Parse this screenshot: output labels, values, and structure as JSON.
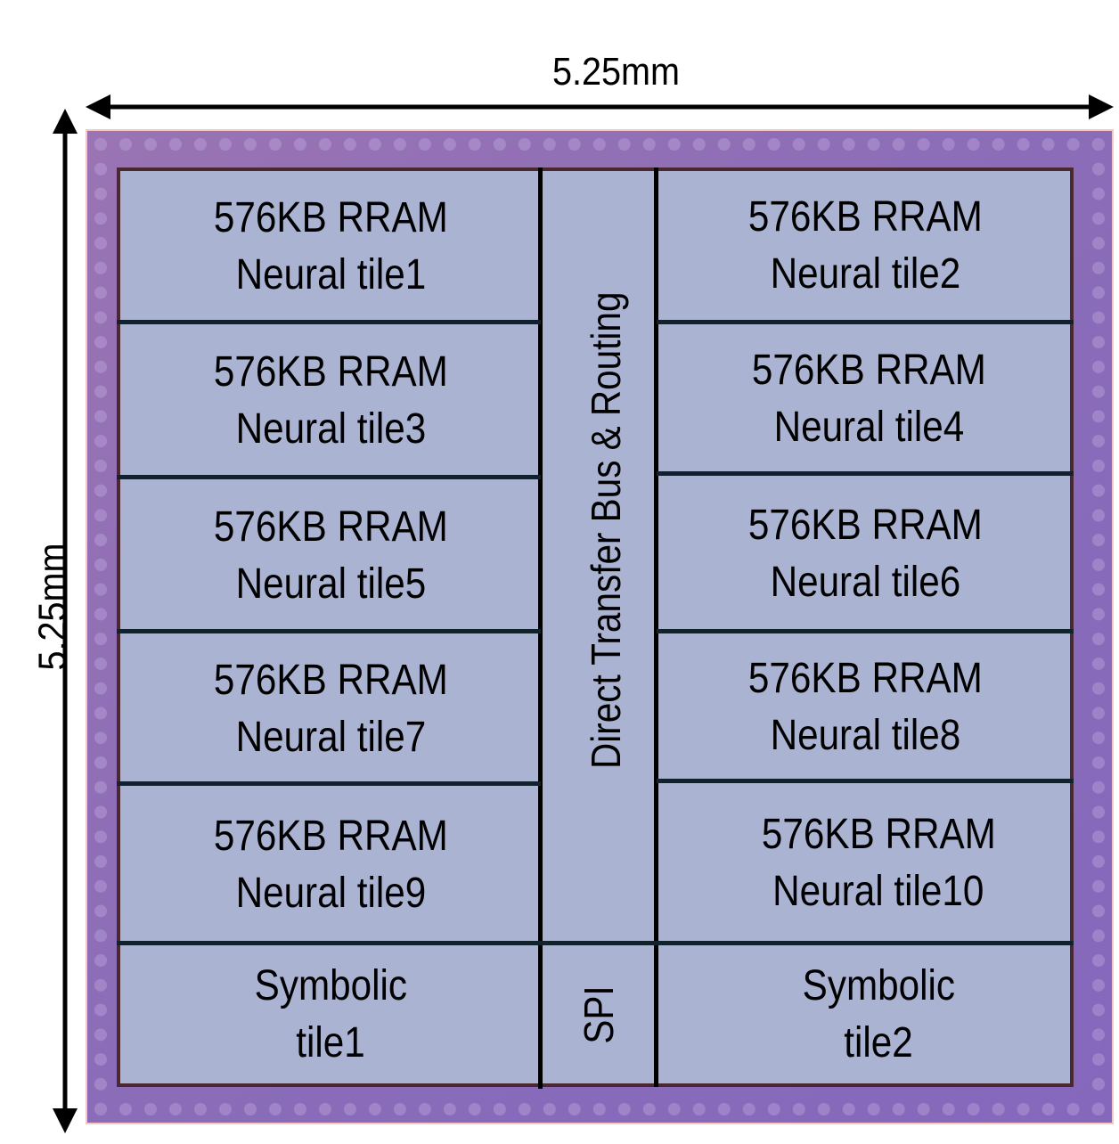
{
  "dimensions": {
    "width": "5.25mm",
    "height": "5.25mm"
  },
  "bus_label": "Direct Transfer Bus & Routing",
  "spi_label": "SPI",
  "neural_tiles": [
    {
      "memory": "576KB RRAM",
      "name": "Neural tile1"
    },
    {
      "memory": "576KB RRAM",
      "name": "Neural tile2"
    },
    {
      "memory": "576KB RRAM",
      "name": "Neural tile3"
    },
    {
      "memory": "576KB RRAM",
      "name": "Neural tile4"
    },
    {
      "memory": "576KB RRAM",
      "name": "Neural tile5"
    },
    {
      "memory": "576KB RRAM",
      "name": "Neural tile6"
    },
    {
      "memory": "576KB RRAM",
      "name": "Neural tile7"
    },
    {
      "memory": "576KB RRAM",
      "name": "Neural tile8"
    },
    {
      "memory": "576KB RRAM",
      "name": "Neural tile9"
    },
    {
      "memory": "576KB RRAM",
      "name": "Neural tile10"
    }
  ],
  "symbolic_tiles": [
    {
      "line1": "Symbolic",
      "line2": "tile1"
    },
    {
      "line1": "Symbolic",
      "line2": "tile2"
    }
  ]
}
